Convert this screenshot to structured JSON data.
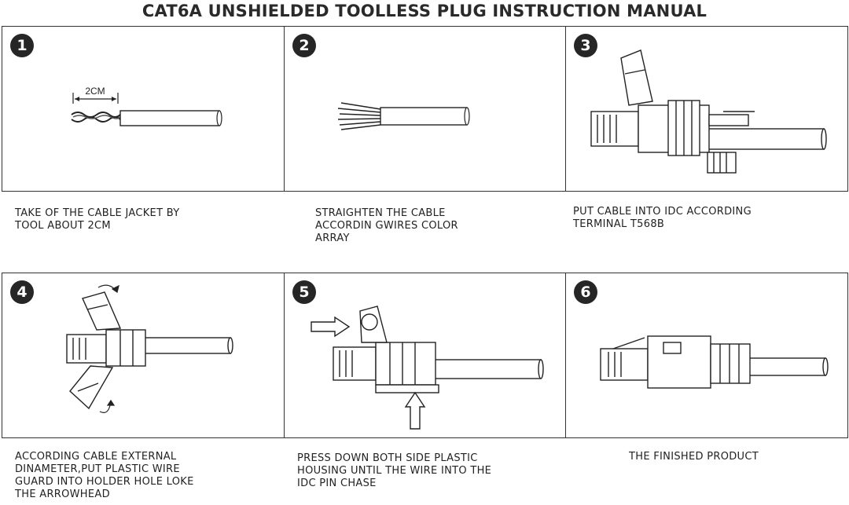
{
  "title": "CAT6A UNSHIELDED TOOLLESS PLUG INSTRUCTION MANUAL",
  "steps": [
    {
      "number": "1",
      "measure": "2CM",
      "caption": [
        "TAKE OF THE CABLE JACKET BY",
        "TOOL  ABOUT 2CM"
      ]
    },
    {
      "number": "2",
      "caption": [
        "STRAIGHTEN THE CABLE",
        "ACCORDIN GWIRES COLOR",
        "ARRAY"
      ]
    },
    {
      "number": "3",
      "caption": [
        "PUT CABLE INTO IDC ACCORDING",
        "TERMINAL T568B"
      ]
    },
    {
      "number": "4",
      "caption": [
        "ACCORDING CABLE EXTERNAL",
        "DINAMETER,PUT PLASTIC WIRE",
        "GUARD INTO HOLDER HOLE LOKE",
        "THE ARROWHEAD"
      ]
    },
    {
      "number": "5",
      "caption": [
        "PRESS DOWN BOTH SIDE PLASTIC",
        "HOUSING UNTIL THE WIRE INTO THE",
        "IDC PIN CHASE"
      ]
    },
    {
      "number": "6",
      "caption": [
        "THE FINISHED PRODUCT"
      ]
    }
  ]
}
